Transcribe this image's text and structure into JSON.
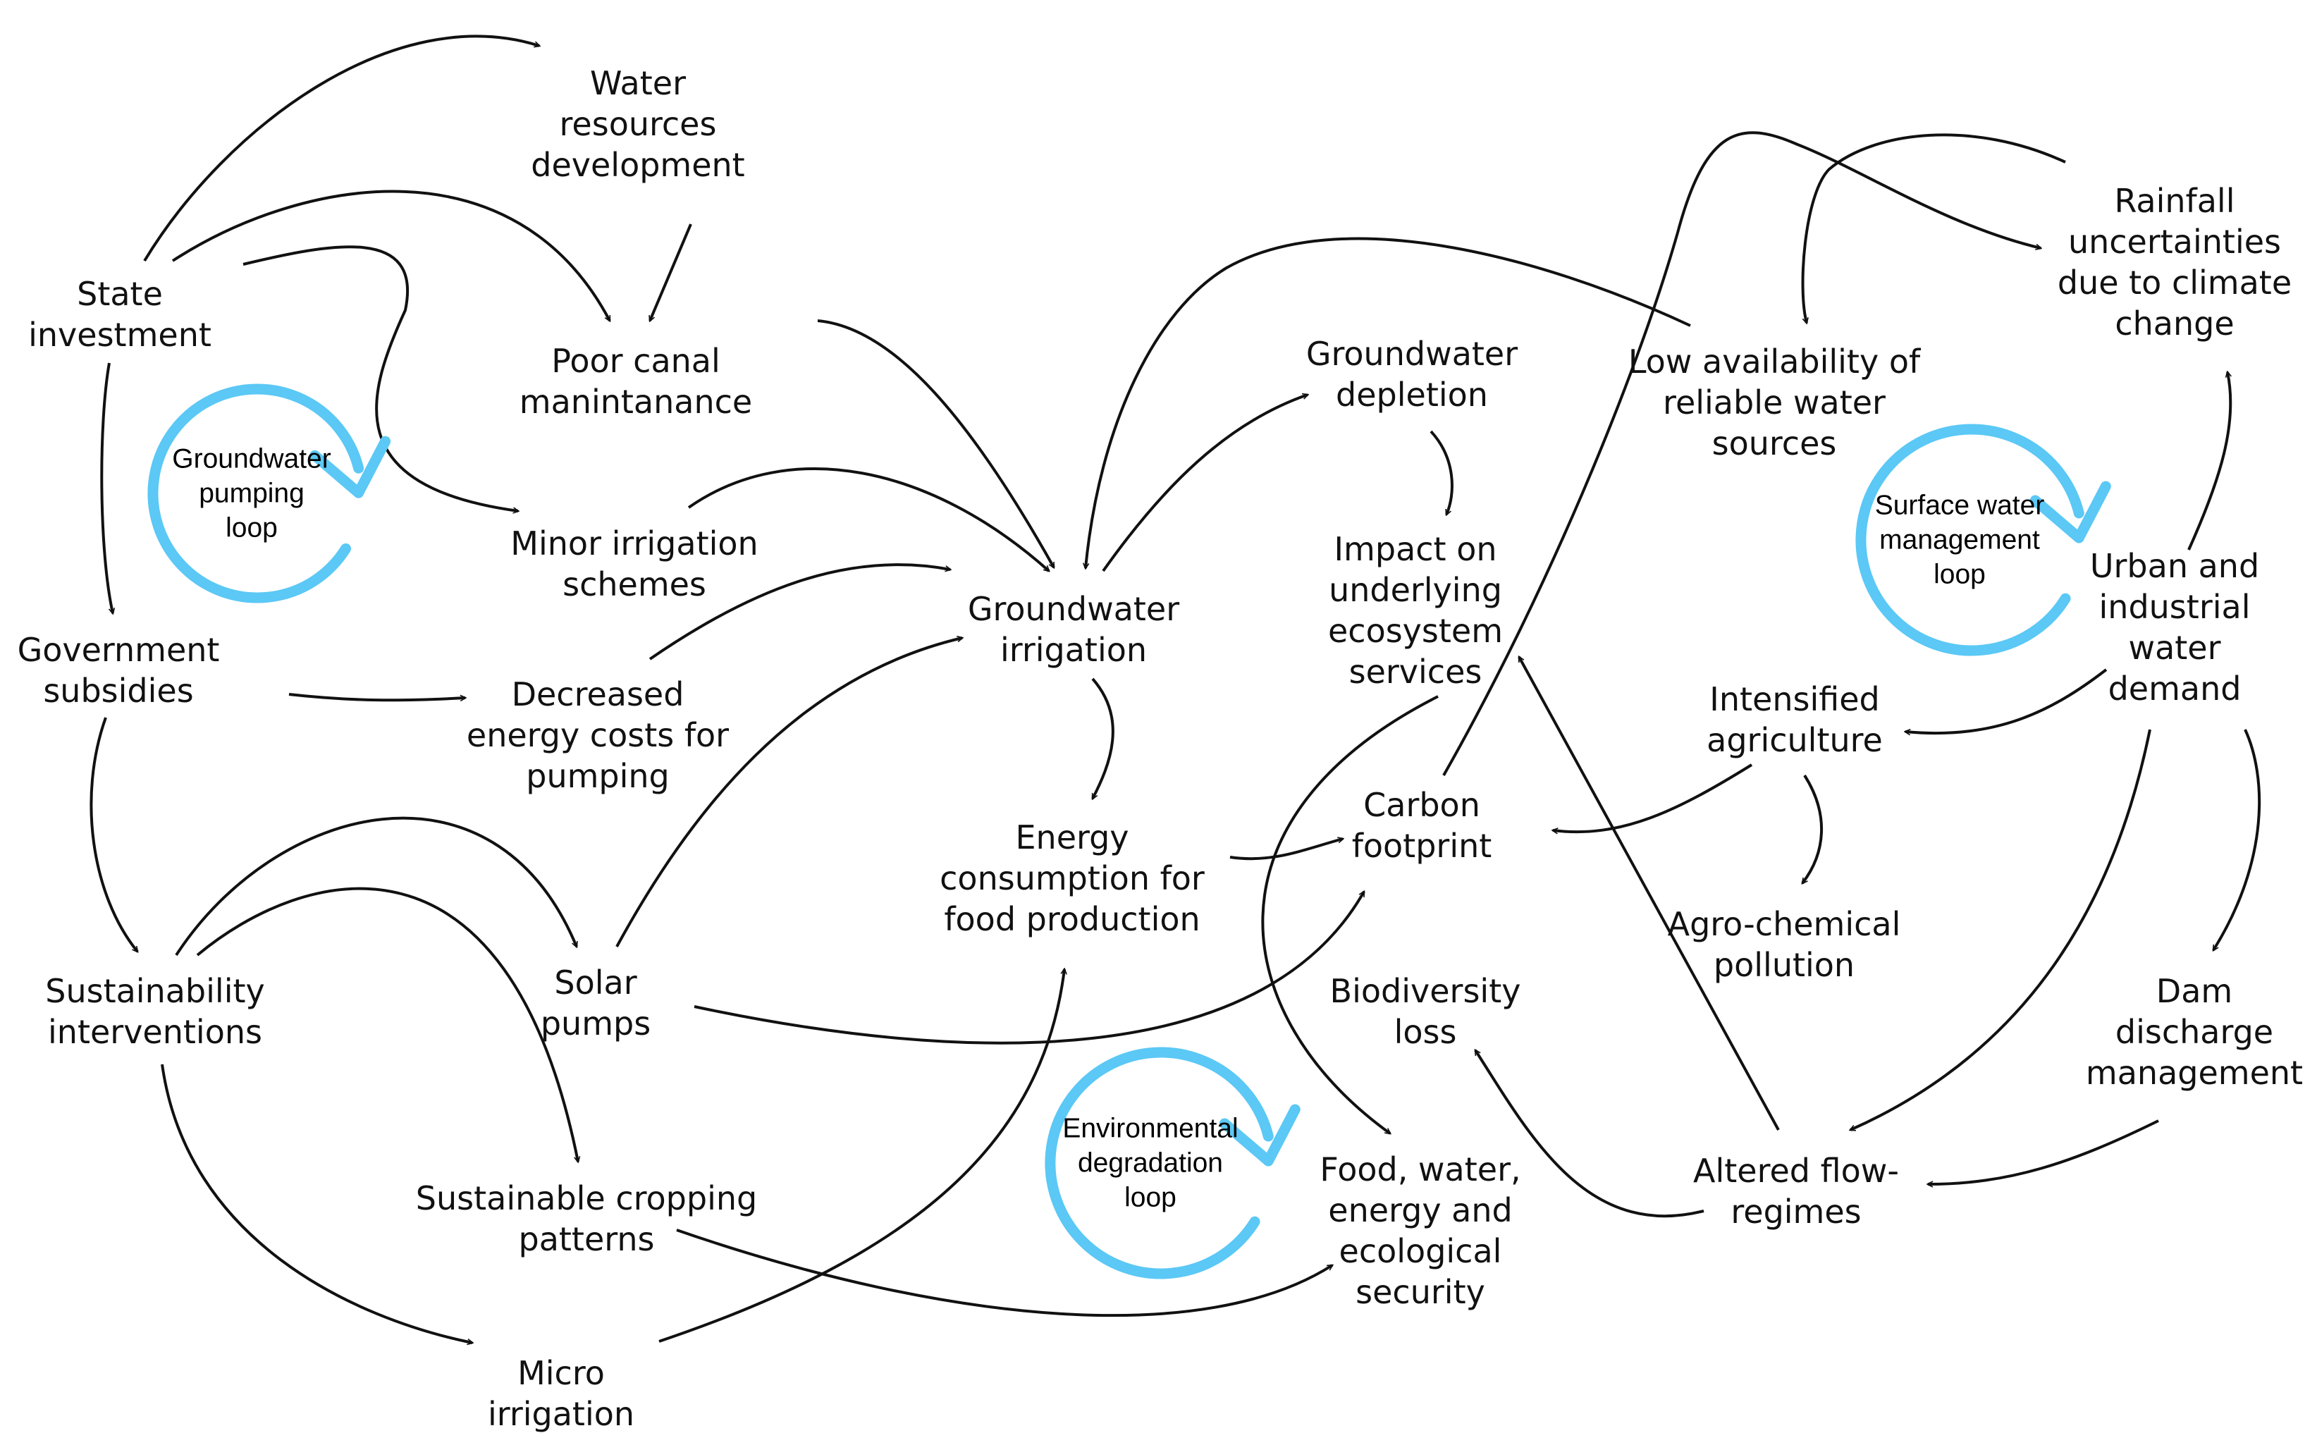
{
  "colors": {
    "arrow": "#111111",
    "loop": "#5bc8f5",
    "text": "#111111",
    "background": "#ffffff"
  },
  "nodes": {
    "water_resources_development": [
      "Water",
      "resources",
      "development"
    ],
    "state_investment": [
      "State",
      "investment"
    ],
    "poor_canal_maintenance": [
      "Poor canal",
      "manintanance"
    ],
    "minor_irrigation_schemes": [
      "Minor irrigation",
      "schemes"
    ],
    "government_subsidies": [
      "Government",
      "subsidies"
    ],
    "decreased_energy_costs": [
      "Decreased",
      "energy costs for",
      "pumping"
    ],
    "groundwater_irrigation": [
      "Groundwater",
      "irrigation"
    ],
    "groundwater_depletion": [
      "Groundwater",
      "depletion"
    ],
    "impact_on_ecosystem_services": [
      "Impact on",
      "underlying",
      "ecosystem",
      "services"
    ],
    "energy_consumption": [
      "Energy",
      "consumption for",
      "food production"
    ],
    "carbon_footprint": [
      "Carbon",
      "footprint"
    ],
    "sustainability_interventions": [
      "Sustainability",
      "interventions"
    ],
    "solar_pumps": [
      "Solar",
      "pumps"
    ],
    "sustainable_cropping_patterns": [
      "Sustainable cropping",
      "patterns"
    ],
    "micro_irrigation": [
      "Micro",
      "irrigation"
    ],
    "biodiversity_loss": [
      "Biodiversity",
      "loss"
    ],
    "food_water_energy_security": [
      "Food, water,",
      "energy and",
      "ecological",
      "security"
    ],
    "low_availability_water_sources": [
      "Low availability of",
      "reliable water",
      "sources"
    ],
    "rainfall_uncertainties": [
      "Rainfall",
      "uncertainties",
      "due to climate",
      "change"
    ],
    "urban_industrial_water_demand": [
      "Urban and",
      "industrial",
      "water",
      "demand"
    ],
    "intensified_agriculture": [
      "Intensified",
      "agriculture"
    ],
    "agro_chemical_pollution": [
      "Agro-chemical",
      "pollution"
    ],
    "dam_discharge_management": [
      "Dam",
      "discharge",
      "management"
    ],
    "altered_flow_regimes": [
      "Altered flow-",
      "regimes"
    ]
  },
  "loops": {
    "groundwater_pumping": [
      "Groundwater",
      "pumping",
      "loop"
    ],
    "surface_water_management": [
      "Surface water",
      "management",
      "loop"
    ],
    "environmental_degradation": [
      "Environmental",
      "degradation",
      "loop"
    ]
  }
}
